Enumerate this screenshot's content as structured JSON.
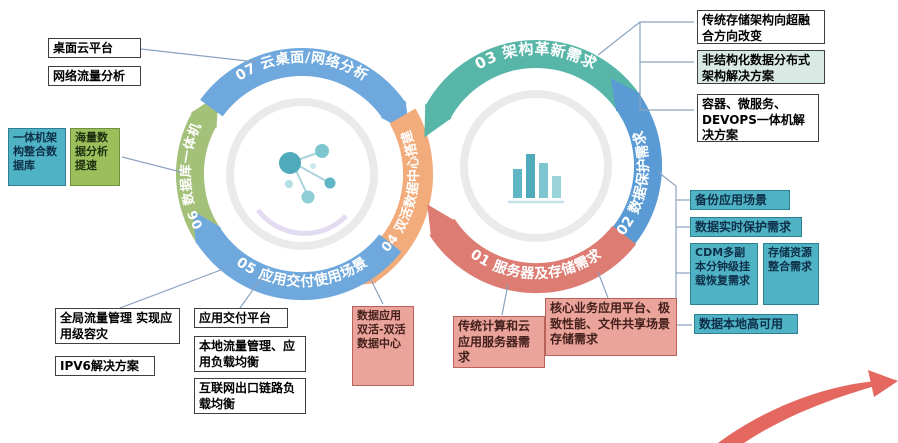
{
  "colors": {
    "blue": "#6FA8DC",
    "green": "#A4C17A",
    "orange": "#F2AC7C",
    "teal": "#57B6A8",
    "blue2": "#5B9BD5",
    "red": "#DC7C73",
    "teal_box": "#4FB3C5",
    "green_box": "#9ABF5B",
    "salmon_box": "#EBA49B",
    "connector": "#8AA2C0",
    "swoosh": "#E4685F"
  },
  "left_hub": {
    "seg07": "07 云桌面/网络分析",
    "seg06": "06 数据库一体机",
    "seg05": "05 应用交付使用场景",
    "seg04": "04 双活数据中心搭建"
  },
  "right_hub": {
    "seg03": "03 架构革新需求",
    "seg02": "02 数据保护需求",
    "seg01": "01 服务器及存储需求"
  },
  "boxes": {
    "desktop_cloud": "桌面云平台",
    "network_traffic": "网络流量分析",
    "appliance_arch": "一体机架构整合数据库",
    "massive_data": "海量数据分析提速",
    "global_traffic": "全局流量管理 实现应用级容灾",
    "ipv6": "IPV6解决方案",
    "app_delivery": "应用交付平台",
    "local_traffic": "本地流量管理、应用负载均衡",
    "internet_link": "互联网出口链路负载均衡",
    "dual_active": "数据应用双活-双活数据中心",
    "traditional_compute": "传统计算和云应用服务器需求",
    "core_business": "核心业务应用平台、极致性能、文件共享场景存储需求",
    "storage_hci": "传统存储架构向超融合方向改变",
    "unstructured": "非结构化数据分布式架构解决方案",
    "container": "容器、微服务、DEVOPS一体机解决方案",
    "backup": "备份应用场景",
    "realtime_protect": "数据实时保护需求",
    "cdm": "CDM多副本分钟级挂载恢复需求",
    "storage_consolidation": "存储资源整合需求",
    "local_ha": "数据本地高可用"
  }
}
